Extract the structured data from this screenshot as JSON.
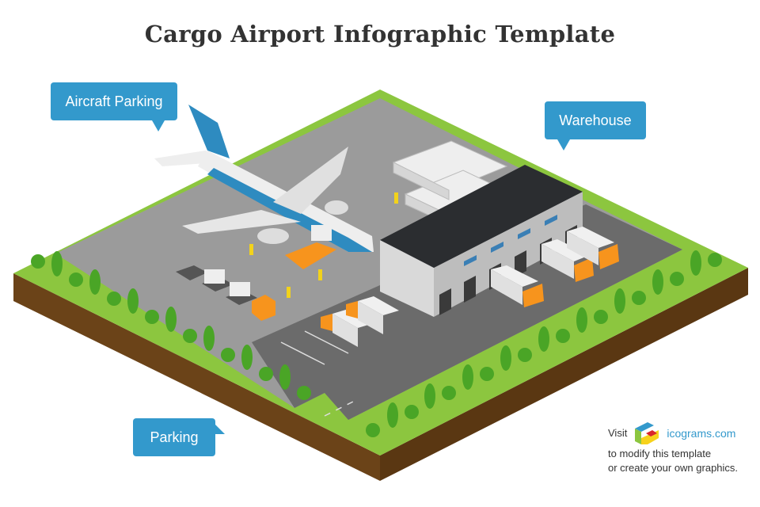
{
  "title": "Cargo Airport Infographic Template",
  "callouts": {
    "aircraft_parking": "Aircraft Parking",
    "warehouse": "Warehouse",
    "parking": "Parking"
  },
  "promo": {
    "visit": "Visit",
    "link": "icograms.com",
    "line2": "to modify this template",
    "line3": "or create your own graphics."
  },
  "colors": {
    "callout": "#3399cc",
    "grass": "#8cc63f",
    "asphalt_light": "#9b9b9b",
    "asphalt_dark": "#6b6b6b",
    "soil": "#6b4318",
    "aircraft_blue": "#2e8bc0",
    "cargo_orange": "#f7941d"
  }
}
